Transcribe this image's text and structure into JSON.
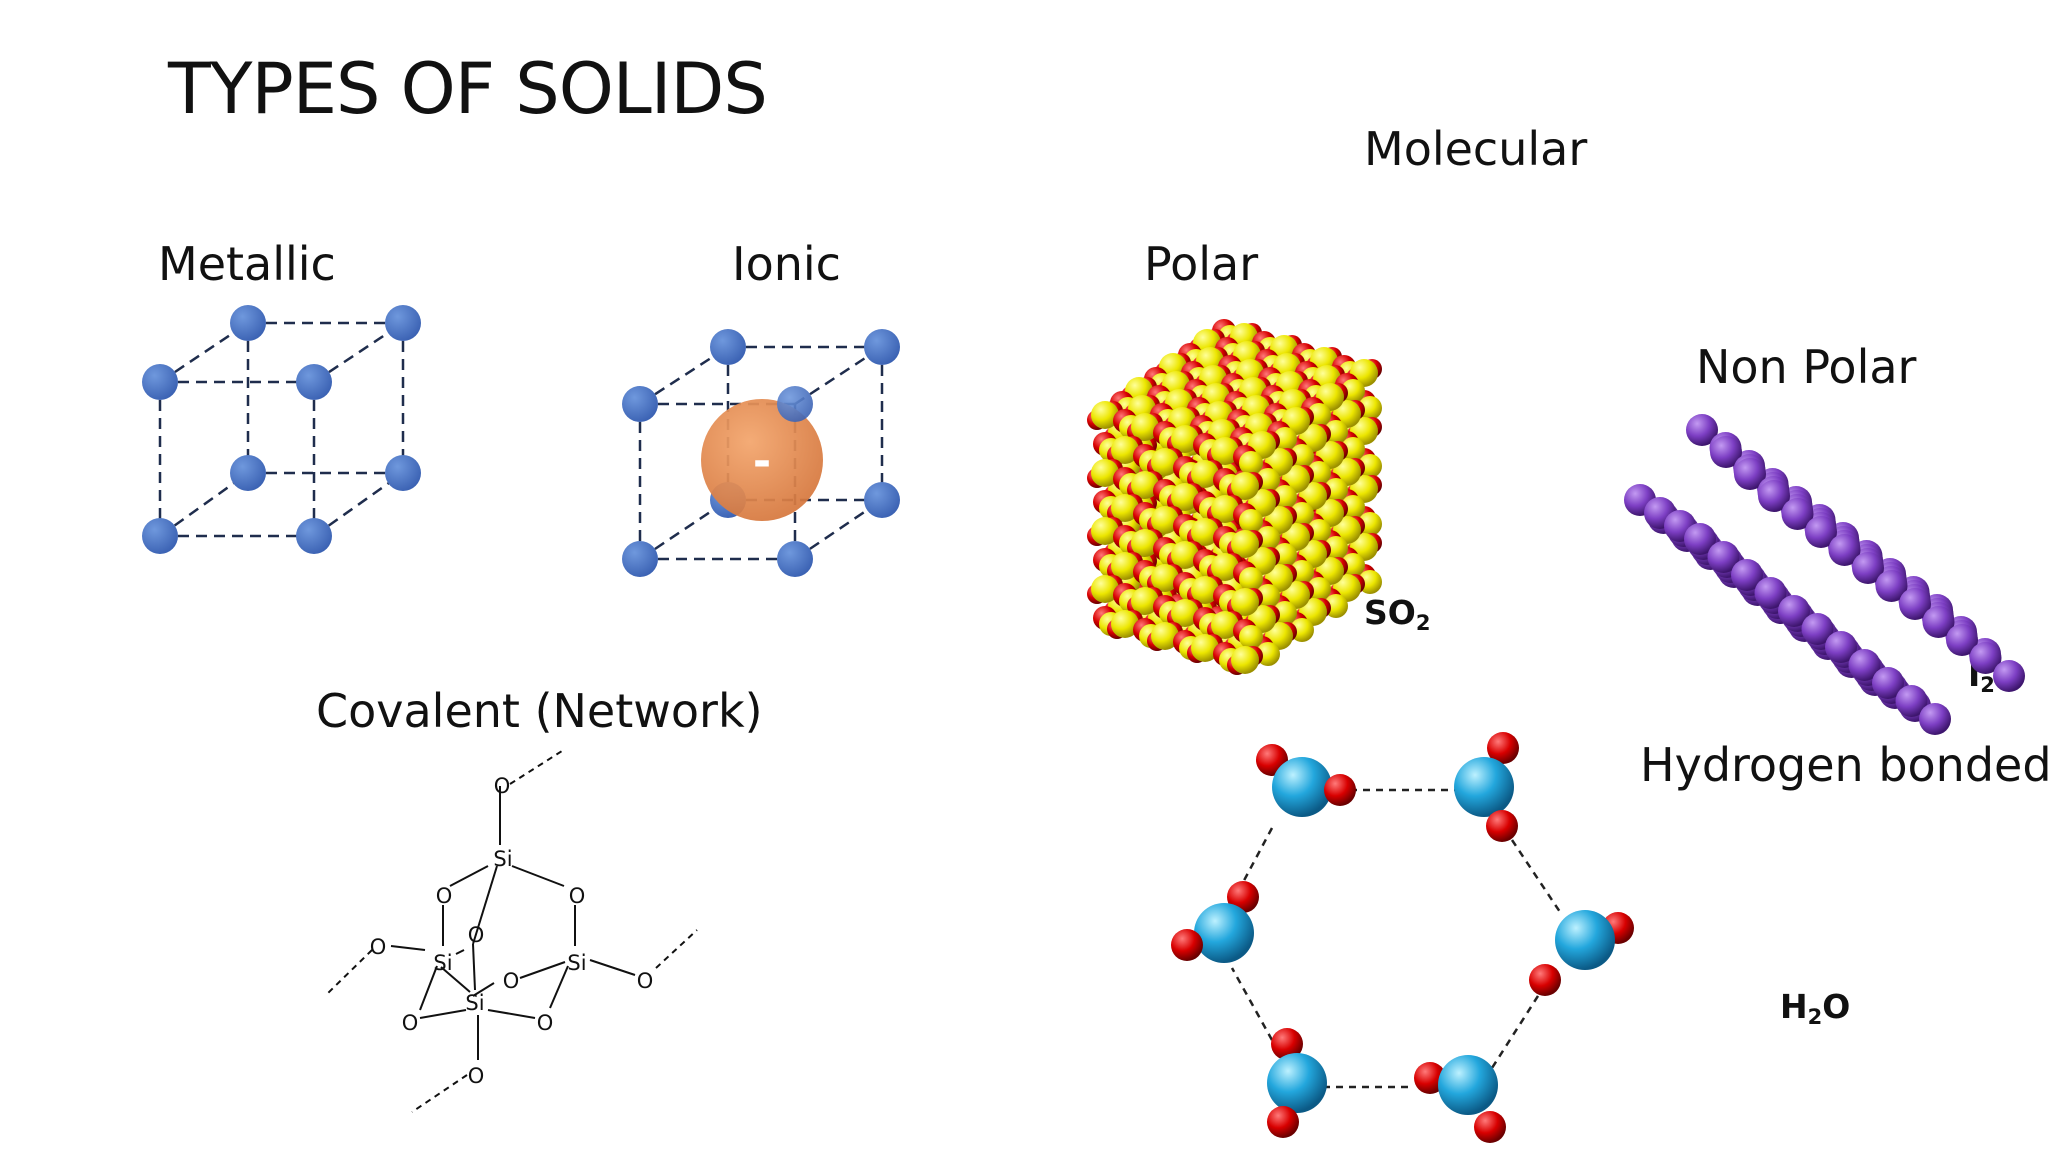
{
  "title": "TYPES OF SOLIDS",
  "categories": {
    "metallic": "Metallic",
    "ionic": "Ionic",
    "molecular": "Molecular",
    "polar": "Polar",
    "non_polar": "Non Polar",
    "covalent": "Covalent (Network)",
    "hydrogen_bonded": "Hydrogen bonded"
  },
  "ionic_center_symbol": "-",
  "formulas": {
    "polar": {
      "main": "SO",
      "sub": "2",
      "tail": ""
    },
    "non_polar": {
      "main": "I",
      "sub": "2",
      "tail": ""
    },
    "hydrogen_bonded": {
      "main": "H",
      "sub": "2",
      "tail": "O"
    }
  },
  "network_atoms": {
    "silicon": "Si",
    "oxygen": "O"
  },
  "colors": {
    "lattice_atom": "#4472c4",
    "anion": "#e0854a",
    "sulfur": "#e8e400",
    "oxygen": "#d40000",
    "iodine": "#7d3fc4",
    "water_oxygen": "#23a7dd",
    "water_hydrogen": "#e21010"
  }
}
